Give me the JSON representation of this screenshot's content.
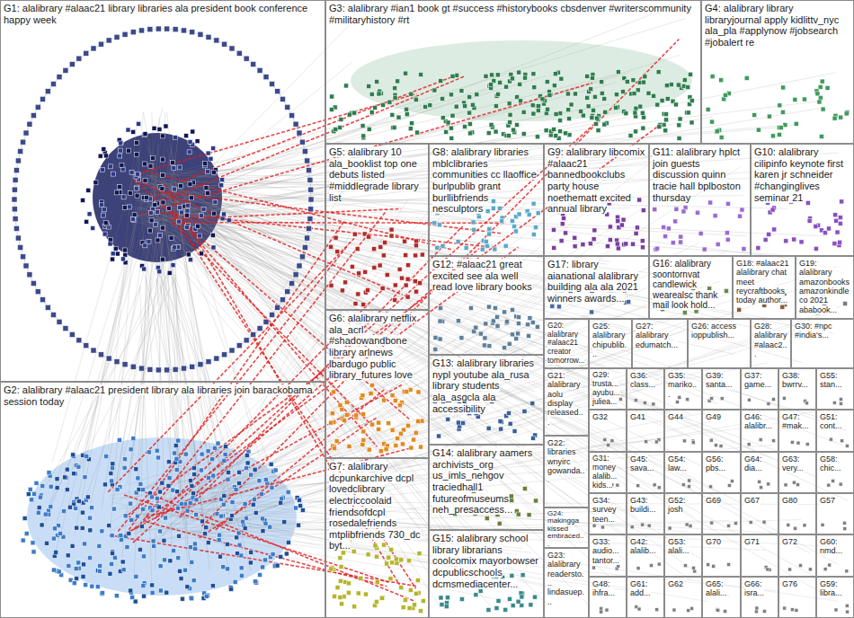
{
  "diagram": {
    "nodes": [
      {
        "text": [
          "G1: alalibrary #alaac21 library libraries ala president book conference happy week"
        ]
      },
      {
        "text": [
          "G3: alalibrary #ian1 book gt #success #historybooks cbsdenver #writerscommunity #militaryhistory #rt"
        ]
      },
      {
        "text": [
          "G4: alalibrary library libraryjournal apply kidlittv_nyc ala_pla #applynow #jobsearch #jobalert re"
        ]
      },
      {
        "text": [
          "G5: alalibrary 10 ala_booklist top one debuts listed #middlegrade library list"
        ]
      },
      {
        "text": [
          "G8: alalibrary libraries mblclibraries communities cc llaoffice burlpublib grant burllibfriends nesculptors"
        ]
      },
      {
        "text": [
          "G9: alalibrary libcomix #alaac21 bannedbookclubs party house noethematt excited annual library"
        ]
      },
      {
        "text": [
          "G11: alalibrary hplct join guests discussion quinn tracie hall bplboston thursday"
        ]
      },
      {
        "text": [
          "G10: alalibrary cilipinfo keynote first karen jr schneider #changinglives seminar 21"
        ]
      },
      {
        "text": [
          "G12: #alaac21 great excited see ala well read love library books"
        ]
      },
      {
        "text": [
          "G17: library aianational alalibrary building ala ala 2021 winners awards..."
        ]
      },
      {
        "text": [
          "G16: alalibrary soontornvat candlewick wearealsc thank mail look hold..."
        ]
      },
      {
        "text": [
          "G18: #alaac21 alalibrary chat meet reycraftbooks today author..."
        ]
      },
      {
        "text": [
          "G19: alalibrary amazonbooks amazonkindle co 2021 ababook..."
        ]
      },
      {
        "text": [
          "G6: alalibrary netflix ala_acrl #shadowandbone library arlnews lbardugo public library_futures love"
        ]
      },
      {
        "text": [
          "G20: alalibrary #alaac21 creator tomorrow..."
        ]
      },
      {
        "text": [
          "G25: alalibrary chipublib..."
        ]
      },
      {
        "text": [
          "G27: alalibrary edumatch..."
        ]
      },
      {
        "text": [
          "G26: access ioppublish..."
        ]
      },
      {
        "text": [
          "G28: alalibrary #alaac2..."
        ]
      },
      {
        "text": [
          "G30: #npc #india's..."
        ]
      },
      {
        "text": [
          "G13: alalibrary libraries nypl youtube ala_rusa library students ala_asgcla ala accessibility"
        ]
      },
      {
        "text": [
          "G21: alalibrary aolu display released..."
        ]
      },
      {
        "text": [
          "G29: trusta... ayubu... juliea..."
        ]
      },
      {
        "text": [
          "G36: class..."
        ]
      },
      {
        "text": [
          "G35: mariko..."
        ]
      },
      {
        "text": [
          "G39: santa..."
        ]
      },
      {
        "text": [
          "G37: game..."
        ]
      },
      {
        "text": [
          "G38: bwrrv..."
        ]
      },
      {
        "text": [
          "G55: stan..."
        ]
      },
      {
        "text": [
          "G32"
        ]
      },
      {
        "text": [
          "G41"
        ]
      },
      {
        "text": [
          "G44"
        ]
      },
      {
        "text": [
          "G49"
        ]
      },
      {
        "text": [
          "G46: alalibr..."
        ]
      },
      {
        "text": [
          "G47: #mak..."
        ]
      },
      {
        "text": [
          "G51: cont..."
        ]
      },
      {
        "text": [
          "G31: money alalib... kids..."
        ]
      },
      {
        "text": [
          "G45: sava..."
        ]
      },
      {
        "text": [
          "G54: law..."
        ]
      },
      {
        "text": [
          "G56: pbs..."
        ]
      },
      {
        "text": [
          "G64: dia..."
        ]
      },
      {
        "text": [
          "G63: very..."
        ]
      },
      {
        "text": [
          "G58: chic..."
        ]
      },
      {
        "text": [
          "G34: survey teen..."
        ]
      },
      {
        "text": [
          "G43: buildi..."
        ]
      },
      {
        "text": [
          "G52: josh"
        ]
      },
      {
        "text": [
          "G69"
        ]
      },
      {
        "text": [
          "G67"
        ]
      },
      {
        "text": [
          "G80"
        ]
      },
      {
        "text": [
          "G57"
        ]
      },
      {
        "text": [
          "G33: audio... tantor..."
        ]
      },
      {
        "text": [
          "G42: alalib..."
        ]
      },
      {
        "text": [
          "G53: alali..."
        ]
      },
      {
        "text": [
          "G70"
        ]
      },
      {
        "text": [
          "G71"
        ]
      },
      {
        "text": [
          "G72"
        ]
      },
      {
        "text": [
          "G60: nmd..."
        ]
      },
      {
        "text": [
          "G48: ihfra..."
        ]
      },
      {
        "text": [
          "G61: add..."
        ]
      },
      {
        "text": [
          "G62"
        ]
      },
      {
        "text": [
          "G65: alali..."
        ]
      },
      {
        "text": [
          "G66: isra..."
        ]
      },
      {
        "text": [
          "G76"
        ]
      },
      {
        "text": [
          "G59: libra..."
        ]
      },
      {
        "text": [
          "G2: alalibrary #alaac21 president library ala libraries join barackobama session today"
        ]
      },
      {
        "text": [
          "G14: alalibrary aamers archivists_org us_imls_nehgov traciedhall1 futureofmuseums neh_presaccess..."
        ]
      },
      {
        "text": [
          "G22: libraries wnyirc gowanda..."
        ]
      },
      {
        "text": [
          "G7: alalibrary dcpunkarchive dcpl lovedclibrary electriccoolaid friendsofdcpl rosedalefriends mtplibfriends 730_dc byt..."
        ]
      },
      {
        "text": [
          "G24: makingga kissed embraced..."
        ]
      },
      {
        "text": [
          "G15: alalibrary school library librarians coolcomix mayorbowser dcpublicschools dcmsmediacenter..."
        ]
      },
      {
        "text": [
          "G23: alalibrary readersto... lindasuep..."
        ]
      }
    ]
  }
}
